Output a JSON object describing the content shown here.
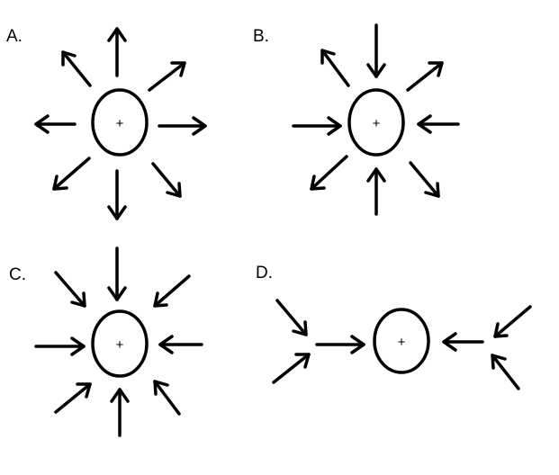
{
  "panels": [
    {
      "label": "A.",
      "charge": "+",
      "field": "outward"
    },
    {
      "label": "B.",
      "charge": "+",
      "field": "mixed"
    },
    {
      "label": "C.",
      "charge": "+",
      "field": "inward"
    },
    {
      "label": "D.",
      "charge": "+",
      "field": "inward-horizontal"
    }
  ]
}
